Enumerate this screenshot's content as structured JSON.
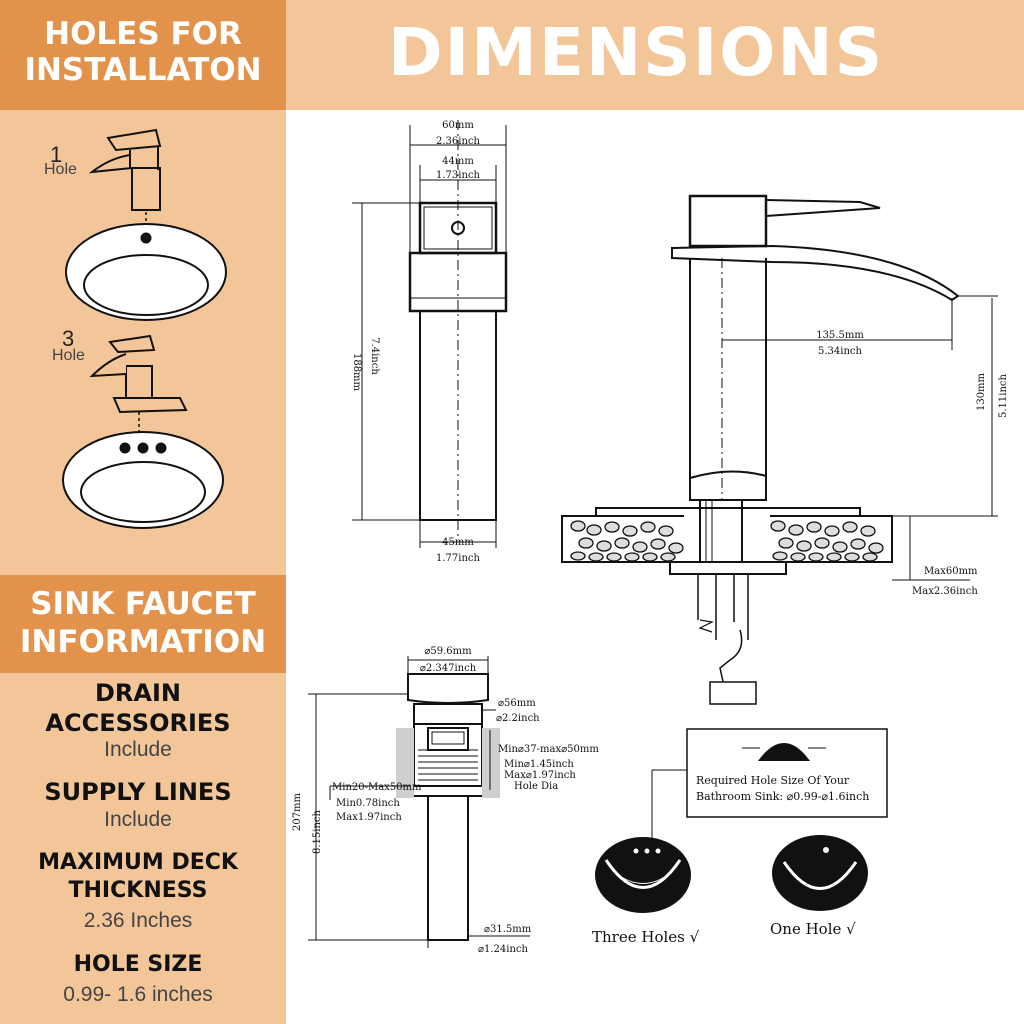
{
  "left_panel": {
    "holes_header": {
      "line1": "HOLES FOR",
      "line2": "INSTALLATON"
    },
    "one_hole": {
      "num": "1",
      "label": "Hole"
    },
    "three_hole": {
      "num": "3",
      "label": "Hole"
    },
    "info_header": {
      "line1": "SINK FAUCET",
      "line2": "INFORMATION"
    },
    "specs": [
      {
        "title_line1": "DRAIN",
        "title_line2": "ACCESSORIES",
        "value": "Include"
      },
      {
        "title_line1": "SUPPLY LINES",
        "title_line2": "",
        "value": "Include"
      },
      {
        "title_line1": "MAXIMUM DECK",
        "title_line2": "THICKNESS",
        "value": "2.36 Inches"
      },
      {
        "title_line1": "HOLE SIZE",
        "title_line2": "",
        "value": "0.99- 1.6 inches"
      }
    ]
  },
  "main_title": "DIMENSIONS",
  "front_view": {
    "top_width_mm": "60mm",
    "top_width_in": "2.36inch",
    "inner_width_mm": "44mm",
    "inner_width_in": "1.73inch",
    "height_mm": "188mm",
    "height_in": "7.4inch",
    "base_width_mm": "45mm",
    "base_width_in": "1.77inch"
  },
  "side_view": {
    "reach_mm": "135.5mm",
    "reach_in": "5.34inch",
    "spout_height_mm": "130mm",
    "spout_height_in": "5.11inch",
    "deck_max_mm": "Max60mm",
    "deck_max_in": "Max2.36inch"
  },
  "drain_view": {
    "cap_dia_mm": "⌀59.6mm",
    "cap_dia_in": "⌀2.347inch",
    "body_dia_mm": "⌀56mm",
    "body_dia_in": "⌀2.2inch",
    "hole_mm": "Min⌀37-max⌀50mm",
    "hole_min_in": "Min⌀1.45inch",
    "hole_max_in": "Max⌀1.97inch",
    "hole_label": "Hole Dia",
    "thread_mm": "Min20-Max50mm",
    "thread_min_in": "Min0.78inch",
    "thread_max_in": "Max1.97inch",
    "height_mm": "207mm",
    "height_in": "8.15inch",
    "pipe_dia_mm": "⌀31.5mm",
    "pipe_dia_in": "⌀1.24inch"
  },
  "hole_note": {
    "line1": "Required Hole Size Of Your",
    "line2": "Bathroom Sink: ⌀0.99-⌀1.6inch"
  },
  "sink_labels": {
    "three": "Three Holes √",
    "one": "One Hole  √"
  }
}
